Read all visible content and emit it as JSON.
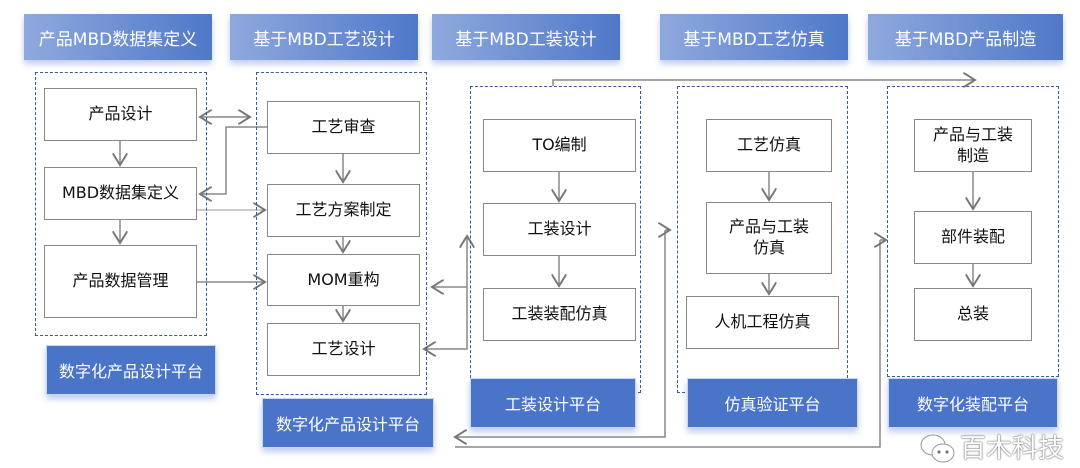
{
  "headers": [
    "产品MBD数据集定义",
    "基于MBD工艺设计",
    "基于MBD工装设计",
    "基于MBD工艺仿真",
    "基于MBD产品制造"
  ],
  "col1": [
    "产品设计",
    "MBD数据集定义",
    "产品数据管理"
  ],
  "col2": [
    "工艺审查",
    "工艺方案制定",
    "MOM重构",
    "工艺设计"
  ],
  "col3": [
    "TO编制",
    "工装设计",
    "工装装配仿真"
  ],
  "col4": [
    "工艺仿真",
    "产品与工装仿真",
    "人机工程仿真"
  ],
  "col5": [
    "产品与工装制造",
    "部件装配",
    "总装"
  ],
  "platforms": [
    "数字化产品设计平台",
    "数字化产品设计平台",
    "工装设计平台",
    "仿真验证平台",
    "数字化装配平台"
  ],
  "watermark": "百木科技"
}
